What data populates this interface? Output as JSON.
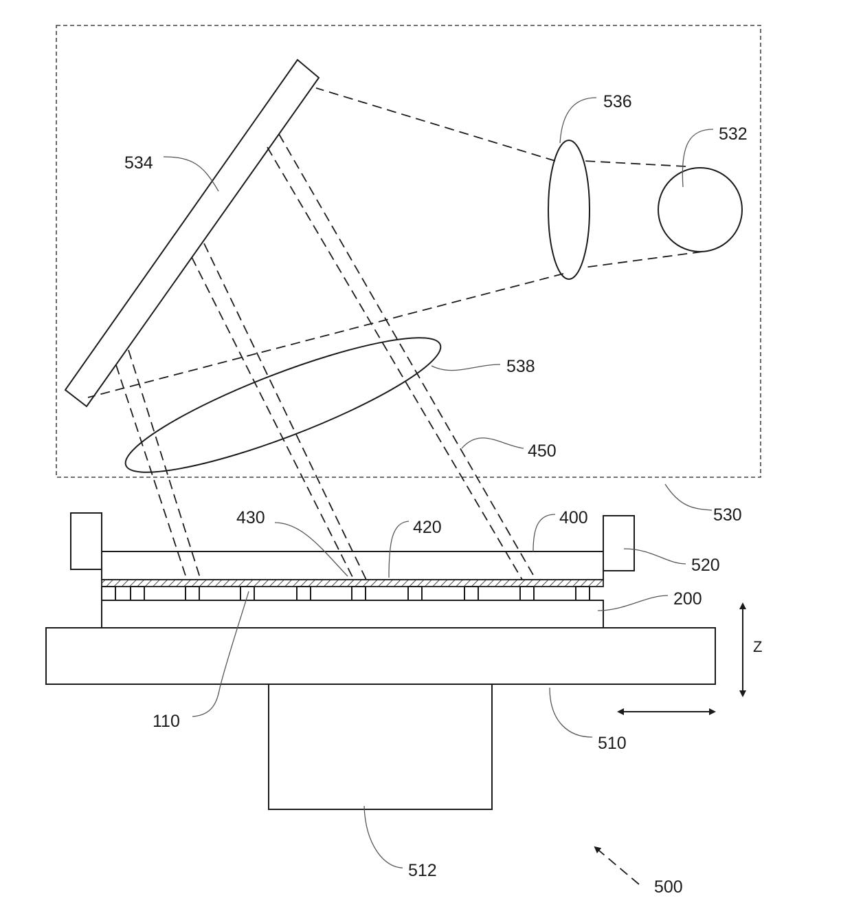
{
  "labels": {
    "l534": "534",
    "l536": "536",
    "l532": "532",
    "l538": "538",
    "l450": "450",
    "l530": "530",
    "l430": "430",
    "l420": "420",
    "l400": "400",
    "l520": "520",
    "l200": "200",
    "l110": "110",
    "l510": "510",
    "l512": "512",
    "l500": "500",
    "axis_z": "Z"
  }
}
